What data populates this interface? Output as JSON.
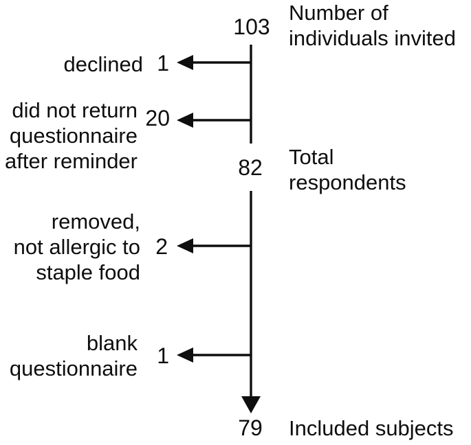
{
  "diagram": {
    "type": "study-flow-chart",
    "colors": {
      "background": "#ffffff",
      "line": "#0e0e0e",
      "text": "#0e0e0e"
    },
    "nodes": {
      "invited": {
        "count": "103",
        "label": "Number of\nindividuals invited"
      },
      "respondents": {
        "count": "82",
        "label": "Total\nrespondents"
      },
      "included": {
        "count": "79",
        "label": "Included subjects"
      }
    },
    "exclusions": [
      {
        "label": "declined",
        "count": "1"
      },
      {
        "label": "did not return\nquestionnaire\nafter reminder",
        "count": "20"
      },
      {
        "label": "removed,\nnot allergic to\nstaple food",
        "count": "2"
      },
      {
        "label": "blank\nquestionnaire",
        "count": "1"
      }
    ]
  }
}
